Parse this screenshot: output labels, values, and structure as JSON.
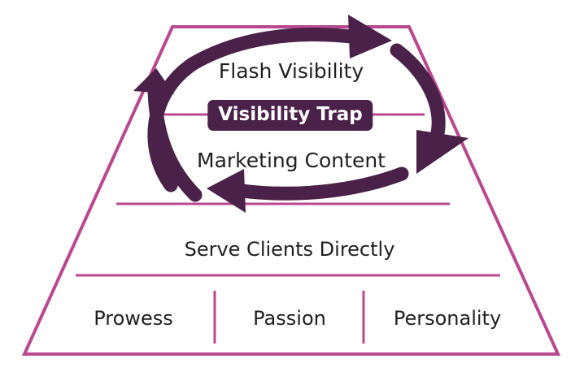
{
  "diagram": {
    "pyramid_levels": {
      "top": "Flash Visibility",
      "upper_middle": "Marketing Content",
      "middle": "Serve Clients Directly",
      "foundation": [
        "Prowess",
        "Passion",
        "Personality"
      ]
    },
    "cycle_badge": "Visibility Trap",
    "colors": {
      "outline": "#b8498f",
      "arrow": "#4a2149",
      "badge_background": "#4a2149",
      "badge_text": "#ffffff",
      "text": "#1f1f1f"
    },
    "icons": [
      "circular-cycle-arrows"
    ]
  }
}
